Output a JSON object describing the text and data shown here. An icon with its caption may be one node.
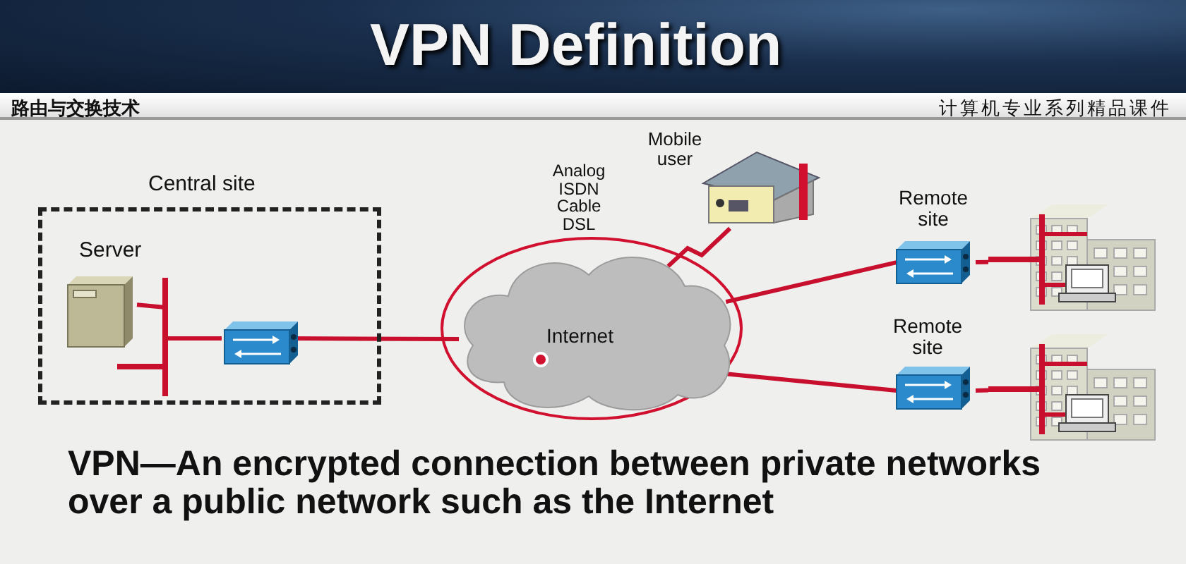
{
  "diagram": {
    "title": "VPN Definition",
    "caption": "VPN—An encrypted connection between private networks over a public network such as the Internet",
    "nodes": [
      {
        "text": [
          "Central site"
        ]
      },
      {
        "text": [
          "Server"
        ],
        "in": 0
      },
      {
        "text": [],
        "shape": "picture",
        "in": 0
      },
      {
        "text": [
          "Internet"
        ]
      },
      {
        "text": [
          "Mobile user"
        ]
      },
      {
        "text": [
          "Remote site"
        ]
      },
      {
        "text": [],
        "shape": "picture"
      },
      {
        "text": [
          "Remote site"
        ]
      },
      {
        "text": [],
        "shape": "picture"
      }
    ],
    "edges": [
      {
        "from": 1,
        "to": 2,
        "arrow": "none"
      },
      {
        "from": 2,
        "to": 3,
        "arrow": "none"
      },
      {
        "from": 4,
        "to": 3,
        "arrow": "none",
        "label": "Analog ISDN Cable DSL"
      },
      {
        "from": 3,
        "to": 5,
        "arrow": "none"
      },
      {
        "from": 5,
        "to": 6,
        "arrow": "none"
      },
      {
        "from": 3,
        "to": 7,
        "arrow": "none"
      },
      {
        "from": 7,
        "to": 8,
        "arrow": "none"
      }
    ],
    "labels": [
      "路由与交换技术",
      "计算机专业系列精品课件"
    ]
  }
}
